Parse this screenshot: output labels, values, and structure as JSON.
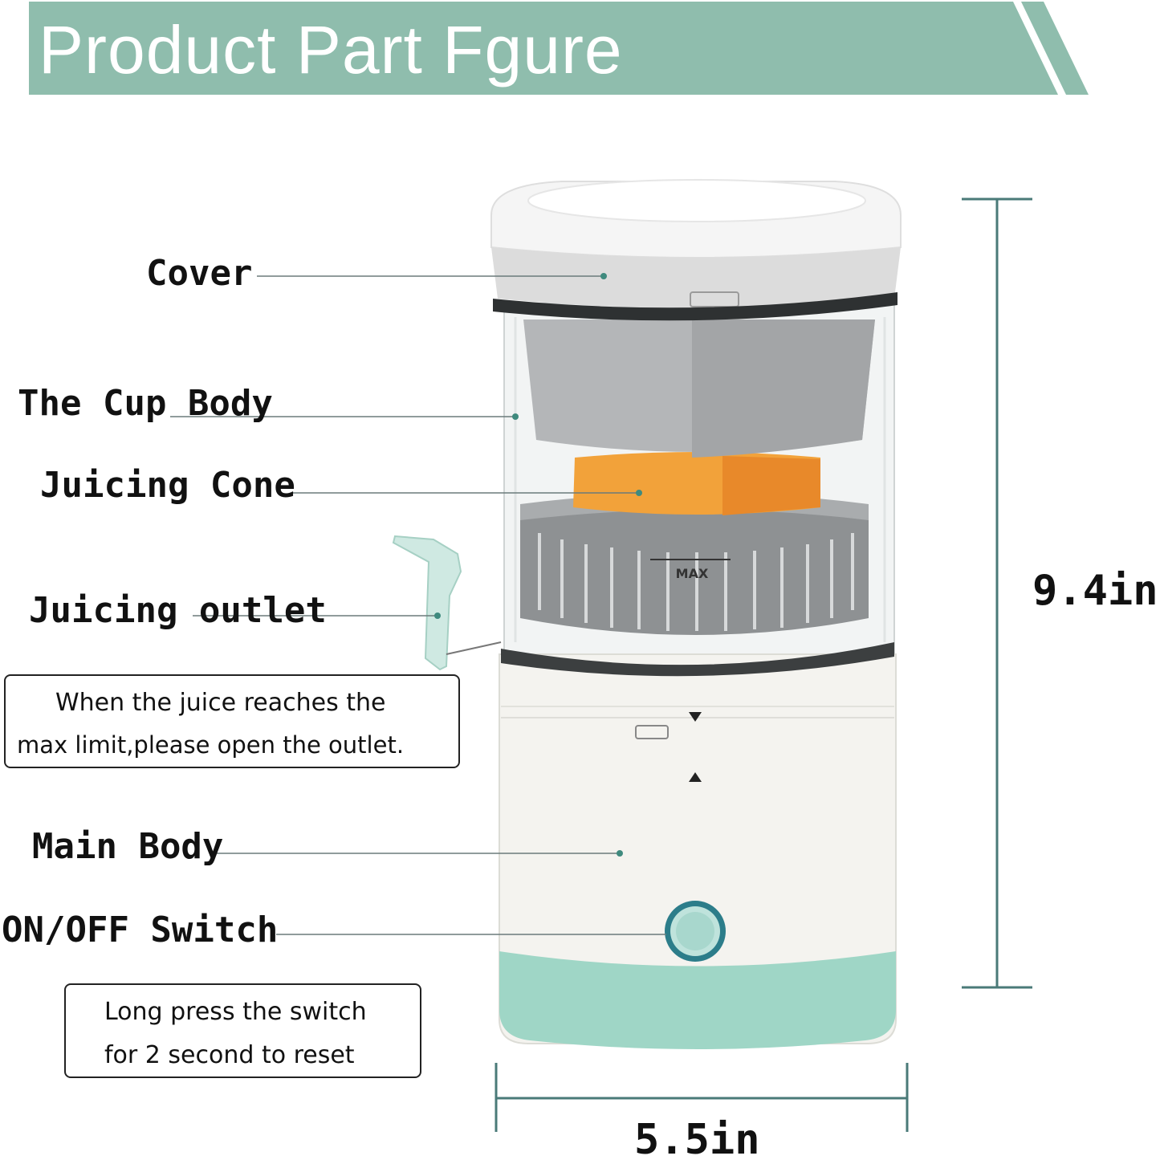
{
  "banner": {
    "title": "Product Part Fgure",
    "color": "#8fbdad"
  },
  "labels": {
    "cover": "Cover",
    "cup_body": "The Cup Body",
    "juicing_cone": "Juicing Cone",
    "juicing_outlet": "Juicing outlet",
    "main_body": "Main Body",
    "switch": "ON/OFF Switch"
  },
  "notes": {
    "outlet": [
      "When the juice reaches the",
      "max limit,please open the outlet."
    ],
    "reset": [
      "Long press the switch",
      "for 2 second to reset"
    ]
  },
  "dimensions": {
    "height": "9.4in",
    "width": "5.5in"
  },
  "product": {
    "max_mark": "MAX"
  },
  "colors": {
    "accent": "#8fbdad",
    "cone": "#f2a23a",
    "base": "#9fd6c6",
    "dimension_line": "#4a7a78"
  }
}
